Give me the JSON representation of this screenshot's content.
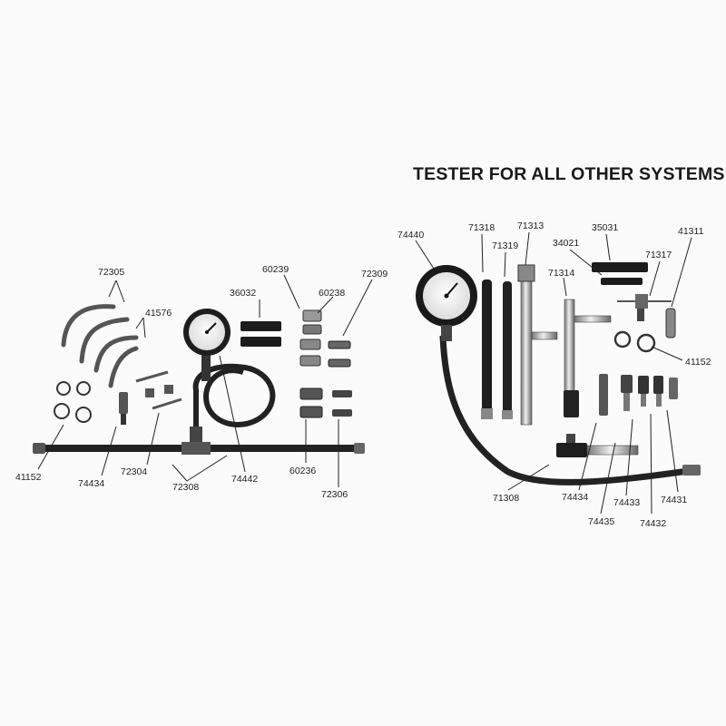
{
  "title": "TESTER FOR ALL OTHER SYSTEMS",
  "left_kit": {
    "labels": [
      "72305",
      "41576",
      "36032",
      "60239",
      "60238",
      "72309",
      "41152",
      "74434",
      "72304",
      "72308",
      "74442",
      "60236",
      "72306"
    ]
  },
  "right_kit": {
    "labels": [
      "74440",
      "71318",
      "71313",
      "71319",
      "35031",
      "41311",
      "34021",
      "71317",
      "71314",
      "41152",
      "71308",
      "74434",
      "74435",
      "74433",
      "74432",
      "74431"
    ]
  }
}
